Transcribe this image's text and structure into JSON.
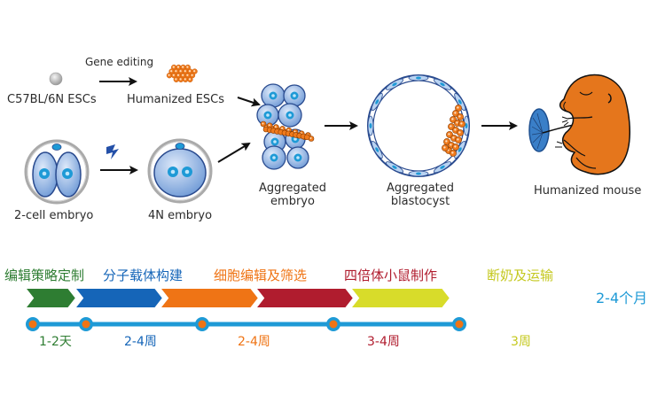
{
  "diagram": {
    "top": {
      "gene_editing_label": "Gene editing",
      "wild_type_cells_label": "C57BL/6N ESCs",
      "humanized_cells_label": "Humanized ESCs",
      "two_cell_label": "2-cell embryo",
      "four_n_label": "4N embryo",
      "aggregated_embryo_label": [
        "Aggregated",
        "embryo"
      ],
      "aggregated_blastocyst_label": [
        "Aggregated",
        "blastocyst"
      ],
      "mouse_label": "Humanized mouse"
    },
    "timeline": {
      "stages": [
        {
          "name": "编辑策略定制",
          "duration": "1-2天",
          "color": "#2e7d32"
        },
        {
          "name": "分子载体构建",
          "duration": "2-4周",
          "color": "#1565b8"
        },
        {
          "name": "细胞编辑及筛选",
          "duration": "2-4周",
          "color": "#ef7415"
        },
        {
          "name": "四倍体小鼠制作",
          "duration": "3-4周",
          "color": "#b01c2e"
        },
        {
          "name": "断奶及运输",
          "duration": "3周",
          "color": "#d8dc2a"
        }
      ],
      "total": "2-4个月",
      "total_color": "#1e9ad6",
      "line_color": "#1e9ad6",
      "dot_color": "#ef7415"
    },
    "colors": {
      "cell_blue": "#8fb6e6",
      "nucleus": "#1e9ad6",
      "esc_orange": "#ef7a1c",
      "mouse_orange": "#e5761c"
    }
  }
}
